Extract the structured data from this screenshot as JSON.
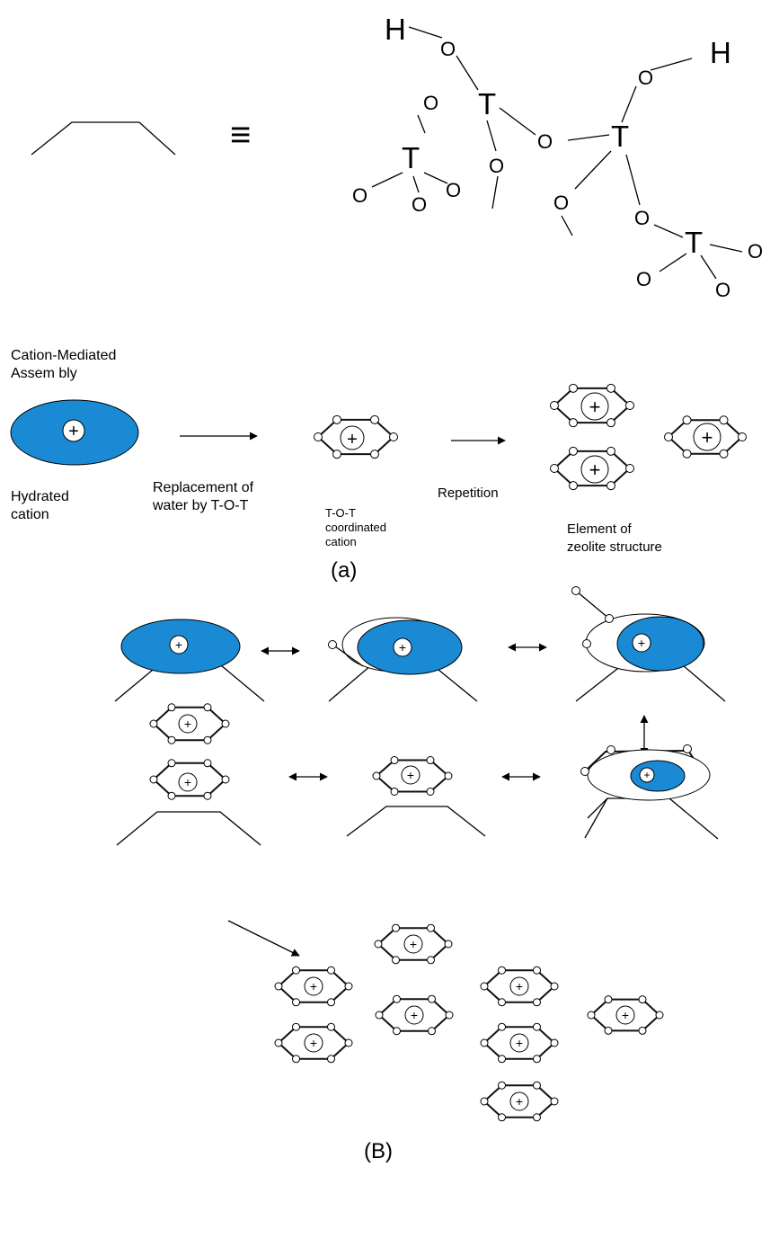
{
  "colors": {
    "cation_fill": "#1a8ad4",
    "line": "#000000"
  },
  "equivalence_symbol": "≡",
  "atom_labels": {
    "h1": "H",
    "h2": "H",
    "t1": "T",
    "t2": "T",
    "t3": "T",
    "t4": "T",
    "o": "O"
  },
  "cation_symbol": "+",
  "panel_a": {
    "heading_line1": "Cation-Mediated",
    "heading_line2": "Assem bly",
    "hydrated_line1": "Hydrated",
    "hydrated_line2": "cation",
    "replacement_line1": "Replacement of",
    "replacement_line2": "water by T-O-T",
    "tot_line1": "T-O-T",
    "tot_line2": "coordinated",
    "tot_line3": "cation",
    "repetition": "Repetition",
    "element_line1": "Element of",
    "element_line2": "zeolite structure",
    "caption": "(a)"
  },
  "panel_b": {
    "caption": "(B)"
  }
}
